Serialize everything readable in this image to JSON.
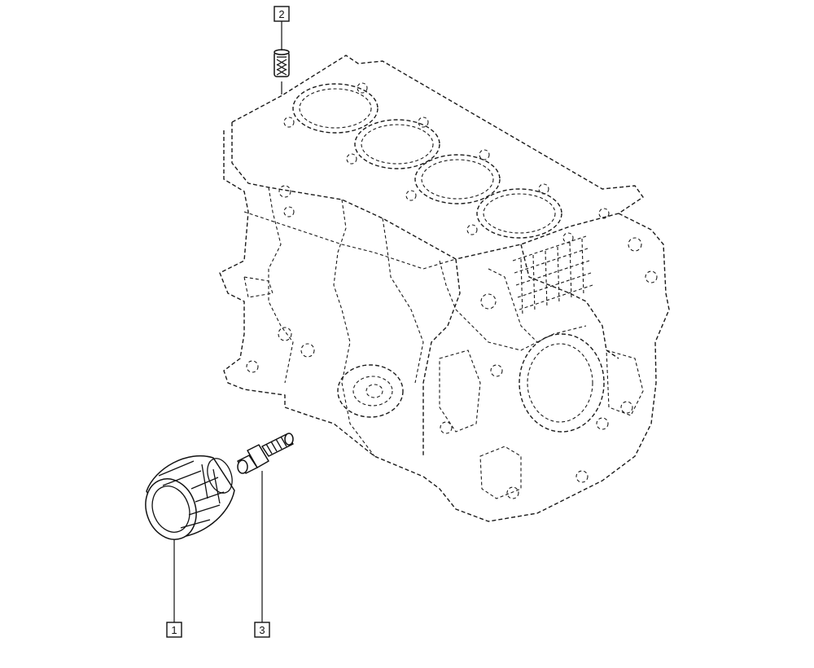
{
  "callouts": [
    {
      "id": "1",
      "label": "1",
      "part": "oil-filter"
    },
    {
      "id": "2",
      "label": "2",
      "part": "oil-gallery-plug"
    },
    {
      "id": "3",
      "label": "3",
      "part": "oil-filter-stud"
    }
  ],
  "colors": {
    "line": "#111111",
    "background": "#ffffff"
  }
}
